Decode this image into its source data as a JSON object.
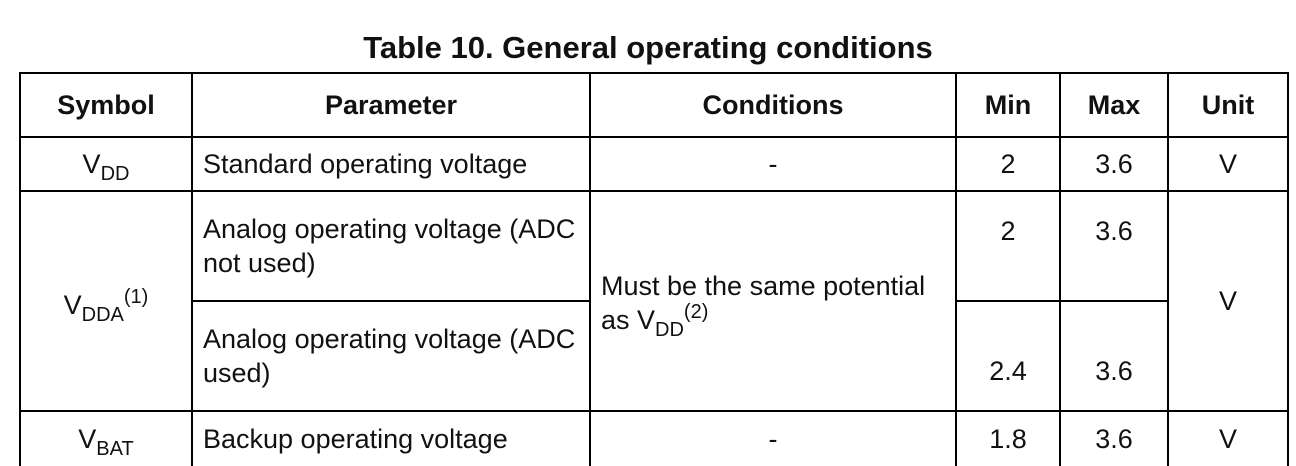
{
  "title": "Table 10. General operating conditions",
  "headers": {
    "symbol": "Symbol",
    "parameter": "Parameter",
    "conditions": "Conditions",
    "min": "Min",
    "max": "Max",
    "unit": "Unit"
  },
  "rows": [
    {
      "symbol_base": "V",
      "symbol_sub": "DD",
      "parameter": "Standard operating voltage",
      "conditions": "-",
      "min": "2",
      "max": "3.6",
      "unit": "V"
    },
    {
      "symbol_base": "V",
      "symbol_sub": "DDA",
      "symbol_sup": "(1)",
      "parameter": "Analog operating voltage (ADC not used)",
      "conditions_text": "Must be the same potential as V",
      "conditions_sub": "DD",
      "conditions_sup": "(2)",
      "min": "2",
      "max": "3.6",
      "unit": "V"
    },
    {
      "parameter": "Analog operating voltage (ADC used)",
      "min": "2.4",
      "max": "3.6"
    },
    {
      "symbol_base": "V",
      "symbol_sub": "BAT",
      "parameter": "Backup operating voltage",
      "conditions": "-",
      "min": "1.8",
      "max": "3.6",
      "unit": "V"
    }
  ]
}
